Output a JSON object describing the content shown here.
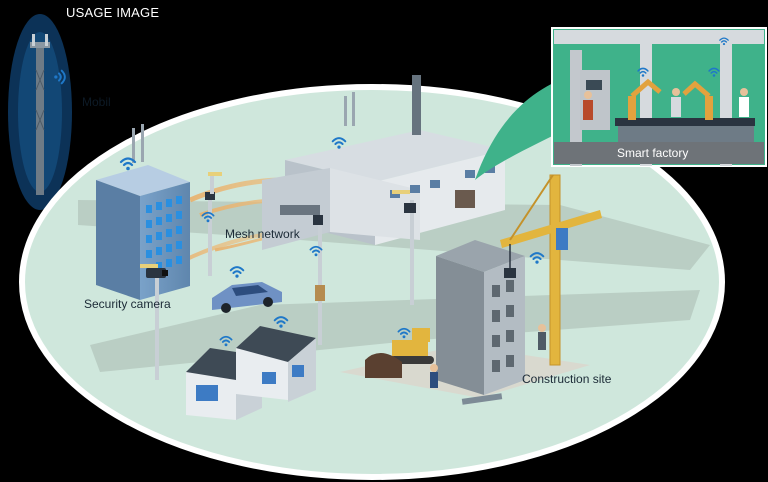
{
  "header": {
    "title": "USAGE IMAGE"
  },
  "tower": {
    "label": "Mobil"
  },
  "labels": {
    "mesh_network": "Mesh network",
    "security_camera": "Security camera",
    "construction_site": "Construction site",
    "smart_factory": "Smart factory"
  },
  "colors": {
    "background": "#000000",
    "ellipse_fill": "#cfe7dc",
    "road": "#9fb0a6",
    "wifi": "#1f78c8",
    "factory_panel": "#3fb28a",
    "label_bar": "#6e7378",
    "tower_glow": "#0e3b66"
  },
  "icons": [
    "wifi-icon",
    "cell-tower-icon",
    "security-camera-icon",
    "street-lamp-icon",
    "car-icon",
    "house-icon",
    "crane-icon",
    "bulldozer-icon",
    "robot-arm-icon",
    "worker-icon"
  ]
}
